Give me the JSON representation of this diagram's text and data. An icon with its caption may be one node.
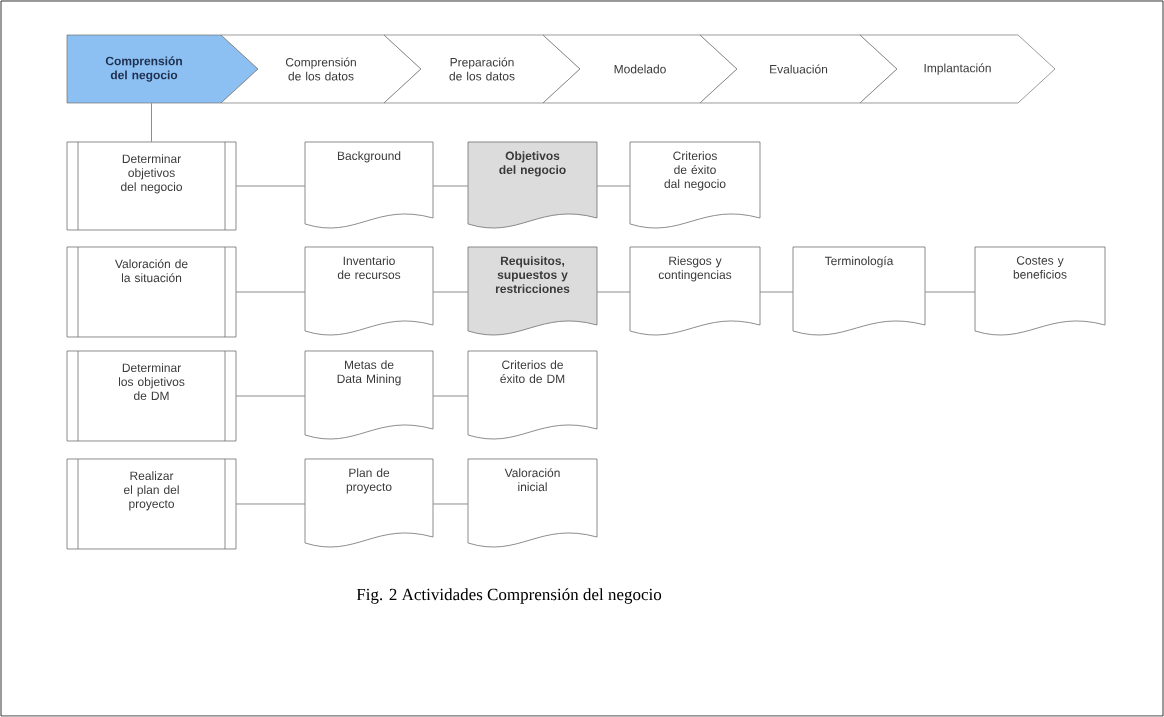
{
  "diagram": {
    "caption": "Fig. 2 Actividades Comprensión del negocio",
    "nodes": [
      {
        "text": [
          "Comprensión del negocio"
        ]
      },
      {
        "text": [
          "Comprensión de los datos"
        ]
      },
      {
        "text": [
          "Preparación de los datos"
        ]
      },
      {
        "text": [
          "Modelado"
        ]
      },
      {
        "text": [
          "Evaluación"
        ]
      },
      {
        "text": [
          "Implantación"
        ]
      },
      {
        "text": [
          "Determinar objetivos del negocio"
        ]
      },
      {
        "text": [
          "Background"
        ]
      },
      {
        "text": [
          "Objetivos del negocio"
        ]
      },
      {
        "text": [
          "Criterios de éxito dal negocio"
        ]
      },
      {
        "text": [
          "Valoración de la situación"
        ]
      },
      {
        "text": [
          "Inventario de recursos"
        ]
      },
      {
        "text": [
          "Requisitos, supuestos y restricciones"
        ]
      },
      {
        "text": [
          "Riesgos y contingencias"
        ]
      },
      {
        "text": [
          "Terminología"
        ]
      },
      {
        "text": [
          "Costes y beneficios"
        ]
      },
      {
        "text": [
          "Determinar los objetivos de DM"
        ]
      },
      {
        "text": [
          "Metas de Data Mining"
        ]
      },
      {
        "text": [
          "Criterios de éxito de DM"
        ]
      },
      {
        "text": [
          "Realizar el plan del proyecto"
        ]
      },
      {
        "text": [
          "Plan de proyecto"
        ]
      },
      {
        "text": [
          "Valoración inicial"
        ]
      }
    ],
    "edges": [
      {
        "from": 0,
        "to": 6,
        "arrow": "none"
      },
      {
        "from": 6,
        "to": 7,
        "arrow": "none"
      },
      {
        "from": 7,
        "to": 8,
        "arrow": "none"
      },
      {
        "from": 8,
        "to": 9,
        "arrow": "none"
      },
      {
        "from": 10,
        "to": 11,
        "arrow": "none"
      },
      {
        "from": 11,
        "to": 12,
        "arrow": "none"
      },
      {
        "from": 12,
        "to": 13,
        "arrow": "none"
      },
      {
        "from": 13,
        "to": 14,
        "arrow": "none"
      },
      {
        "from": 14,
        "to": 15,
        "arrow": "none"
      },
      {
        "from": 16,
        "to": 17,
        "arrow": "none"
      },
      {
        "from": 17,
        "to": 18,
        "arrow": "none"
      },
      {
        "from": 19,
        "to": 20,
        "arrow": "none"
      },
      {
        "from": 20,
        "to": 21,
        "arrow": "none"
      }
    ]
  }
}
